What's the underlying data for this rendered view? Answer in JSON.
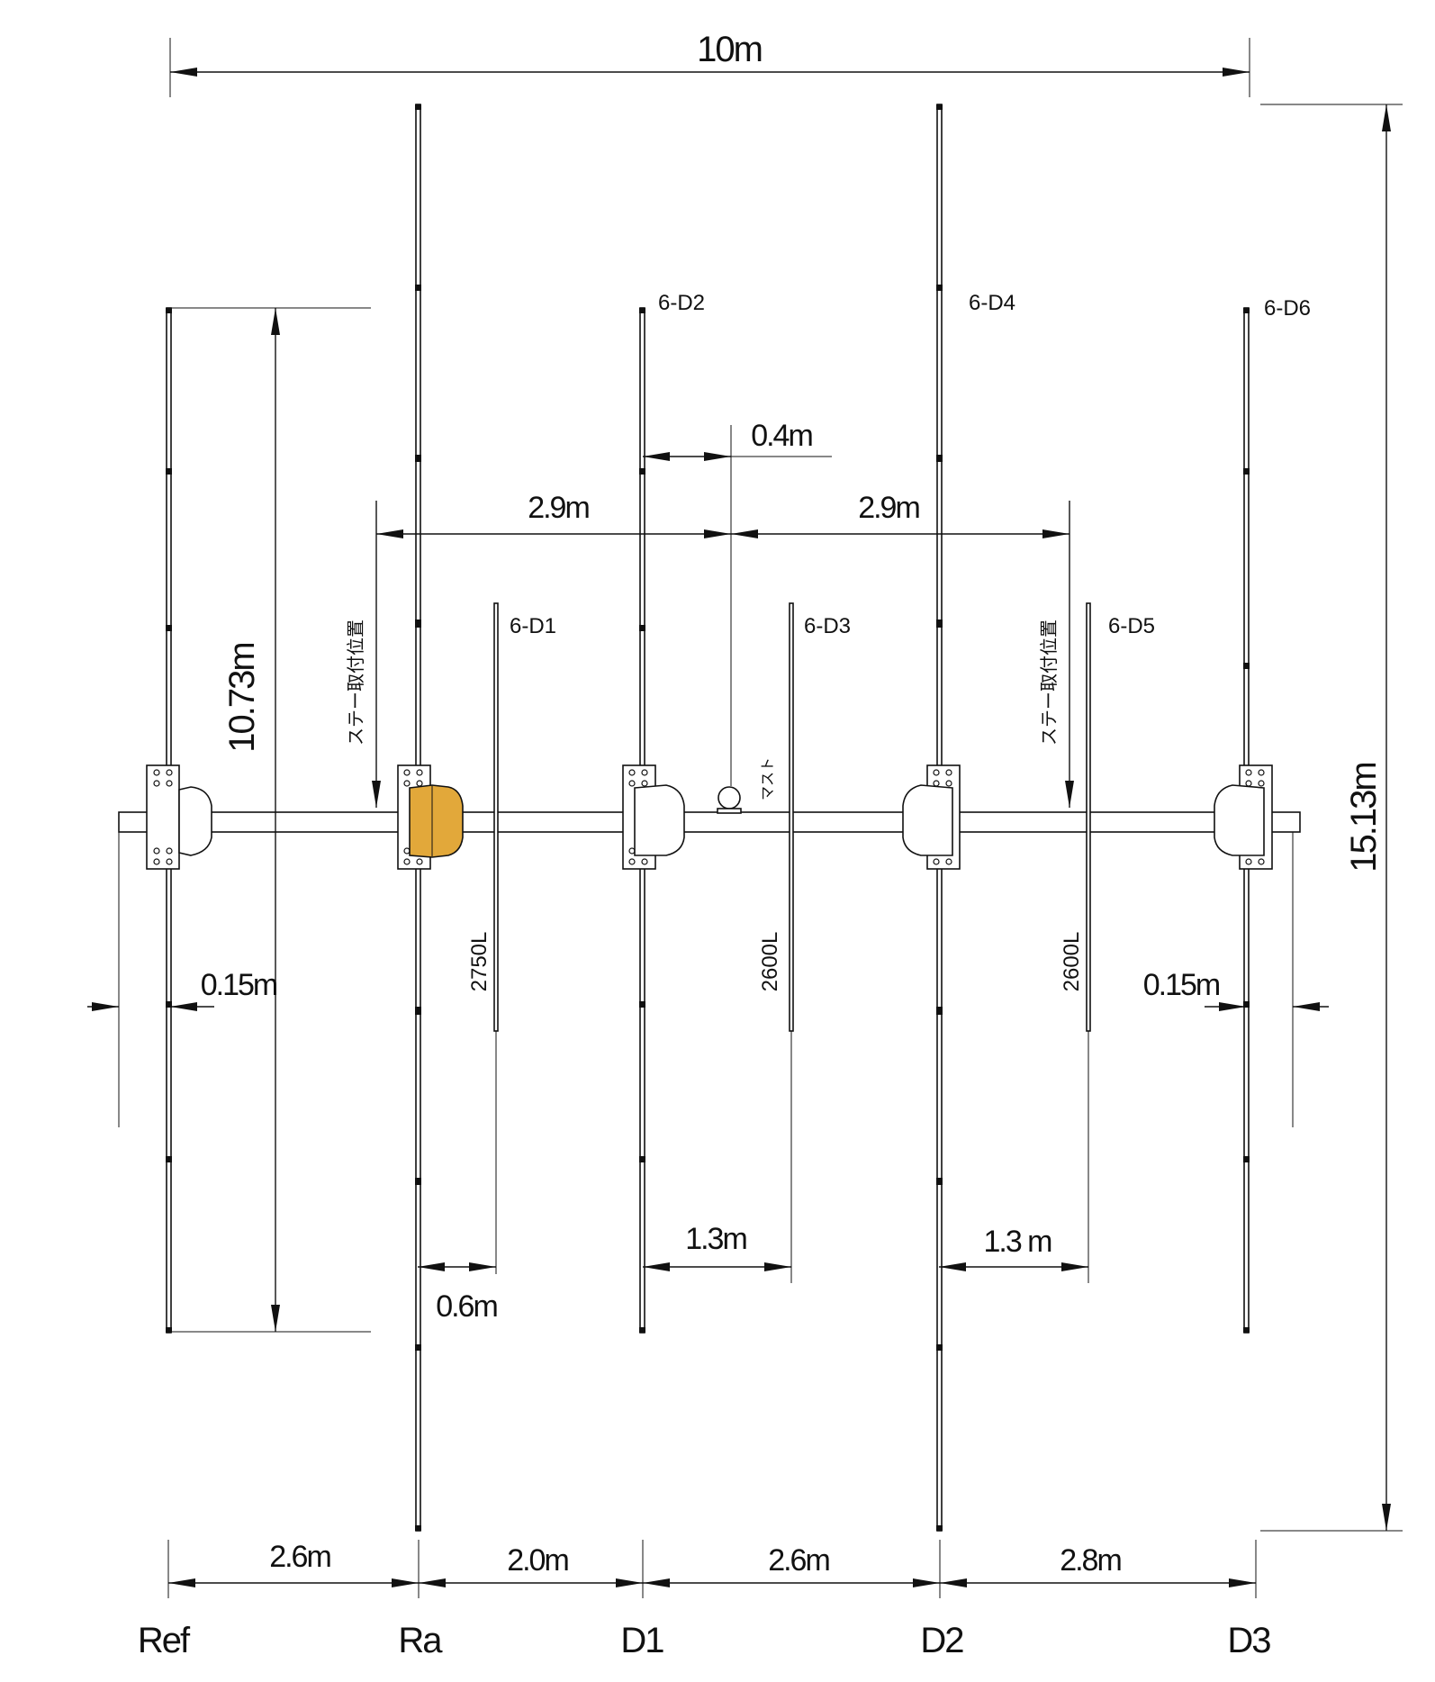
{
  "overall": {
    "boom_length": "10m",
    "total_height": "15.13m",
    "element_length": "10.73m"
  },
  "spacing_bottom": [
    "2.6m",
    "2.0m",
    "2.6m",
    "2.8m"
  ],
  "element_labels": [
    "Ref",
    "Ra",
    "D1",
    "D2",
    "D3"
  ],
  "sub_labels": {
    "d1": "6-D1",
    "d2": "6-D2",
    "d3": "6-D3",
    "d4": "6-D4",
    "d5": "6-D5",
    "d6": "6-D6"
  },
  "sub_lengths": {
    "d1": "2750L",
    "d3": "2600L",
    "d5": "2600L"
  },
  "upper_dims": {
    "left_span": "2.9m",
    "right_span": "2.9m",
    "mast_offset": "0.4m"
  },
  "lower_dims": {
    "ra_to_d1": "0.6m",
    "d1_to_d3": "1.3m",
    "d2_to_d5": "1.3 m",
    "left_offset": "0.15m",
    "right_offset": "0.15m"
  },
  "stay_label": "ステー取付位置",
  "mast_label": "マスト",
  "colors": {
    "line": "#111111",
    "feed_housing": "#e2a83a"
  }
}
